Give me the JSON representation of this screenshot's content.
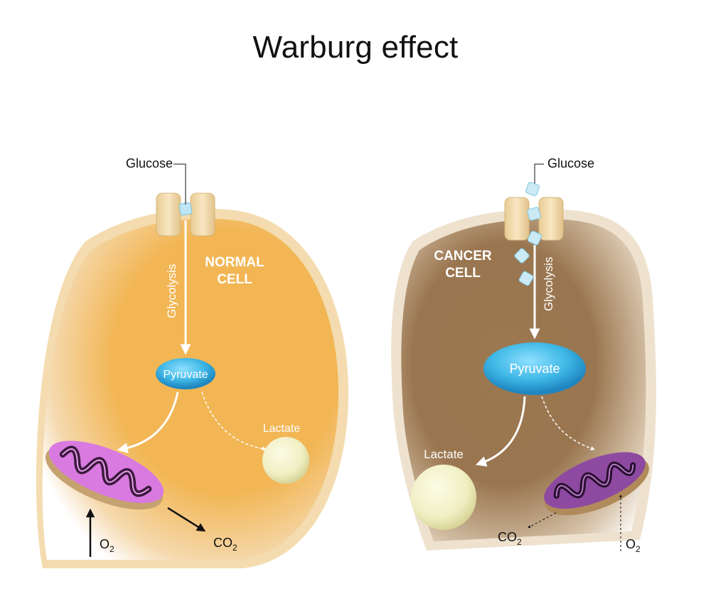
{
  "title": "Warburg effect",
  "normal_cell": {
    "label_line1": "NORMAL",
    "label_line2": "CELL",
    "glucose": "Glucose",
    "glycolysis": "Glycolysis",
    "pyruvate": "Pyruvate",
    "lactate": "Lactate",
    "o2": "O",
    "o2_sub": "2",
    "co2": "CO",
    "co2_sub": "2"
  },
  "cancer_cell": {
    "label_line1": "CANCER",
    "label_line2": "CELL",
    "glucose": "Glucose",
    "glycolysis": "Glycolysis",
    "pyruvate": "Pyruvate",
    "lactate": "Lactate",
    "o2": "O",
    "o2_sub": "2",
    "co2": "CO",
    "co2_sub": "2"
  },
  "colors": {
    "normal_cell": "#f2b655",
    "cancer_cell": "#9a7650",
    "membrane": "#f4dcb0",
    "pyruvate": "#3fb8e6",
    "lactate": "#f0efc2",
    "mitochondrion_normal": "#d87ae0",
    "mitochondrion_cancer": "#8e4aa0"
  }
}
